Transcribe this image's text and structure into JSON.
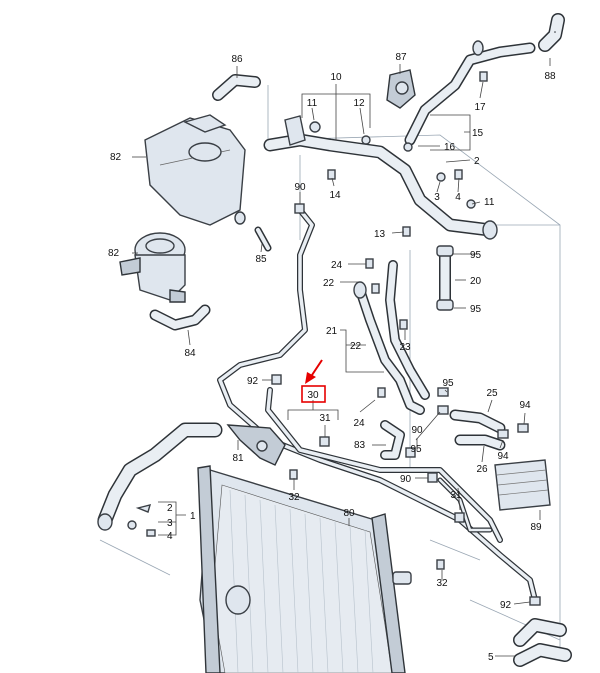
{
  "labels": {
    "c1": "1",
    "c2": "2",
    "c3": "3",
    "c4": "4",
    "c5": "5",
    "c10": "10",
    "c11": "11",
    "c12": "12",
    "c13": "13",
    "c14": "14",
    "c15": "15",
    "c16": "16",
    "c17": "17",
    "c20": "20",
    "c21": "21",
    "c22": "22",
    "c23": "23",
    "c24": "24",
    "c25": "25",
    "c26": "26",
    "c30": "30",
    "c31": "31",
    "c32": "32",
    "c80": "80",
    "c81": "81",
    "c82": "82",
    "c83": "83",
    "c84": "84",
    "c85": "85",
    "c86": "86",
    "c87": "87",
    "c88": "88",
    "c89": "89",
    "c90": "90",
    "c92": "92",
    "c94": "94",
    "c95": "95"
  },
  "colors": {
    "highlight": "#e60000",
    "line": "#2e3338",
    "part_fill": "#dfe6ee",
    "frame": "#9aa7b4"
  },
  "highlighted_part": "30"
}
